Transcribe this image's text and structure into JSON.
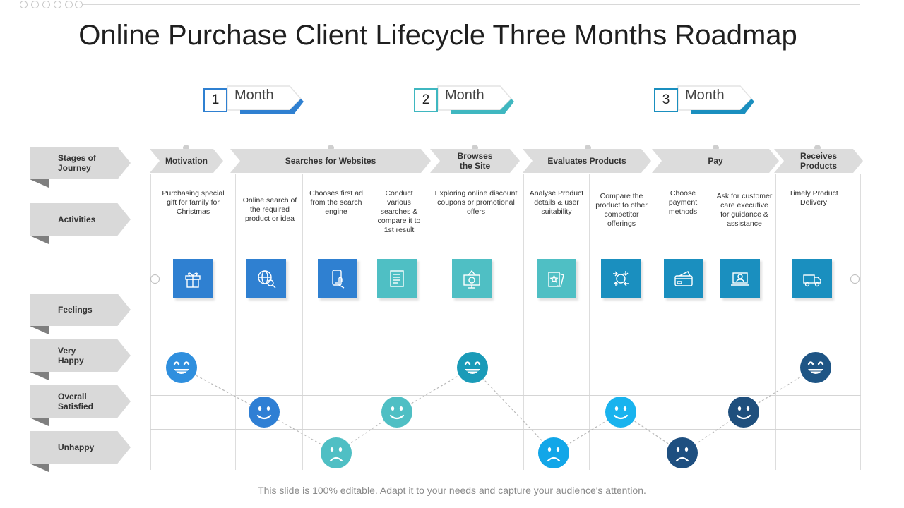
{
  "title": "Online Purchase Client Lifecycle Three Months Roadmap",
  "footer": "This slide is 100% editable. Adapt it to your needs and capture your audience's attention.",
  "months": [
    {
      "number": "1",
      "label": "Month",
      "color": "#2f80d1"
    },
    {
      "number": "2",
      "label": "Month",
      "color": "#3fb7c0"
    },
    {
      "number": "3",
      "label": "Month",
      "color": "#1a8fbf"
    }
  ],
  "row_labels": {
    "stages": "Stages of\nJourney",
    "activities": "Activities",
    "feelings": "Feelings",
    "very_happy": "Very\nHappy",
    "overall_satisfied": "Overall\nSatisfied",
    "unhappy": "Unhappy"
  },
  "stages": [
    "Motivation",
    "Searches for Websites",
    "Browses\nthe Site",
    "Evaluates Products",
    "Pay",
    "Receives\nProducts"
  ],
  "activities": [
    {
      "text": "Purchasing special gift for family for Christmas",
      "icon": "gift-icon",
      "color": "#2f80d1",
      "feeling": "very_happy",
      "face_color": "#2f8fde"
    },
    {
      "text": "Online search of the required product or idea",
      "icon": "globe-search-icon",
      "color": "#2f80d1",
      "feeling": "overall_satisfied",
      "face_color": "#2f7fd4"
    },
    {
      "text": "Chooses first ad from the search engine",
      "icon": "mobile-tap-icon",
      "color": "#2f80d1",
      "feeling": "unhappy",
      "face_color": "#4fbfc4"
    },
    {
      "text": "Conduct various searches & compare it to 1st result",
      "icon": "document-list-icon",
      "color": "#4fbfc4",
      "feeling": "overall_satisfied",
      "face_color": "#4fbfc4"
    },
    {
      "text": "Exploring online discount coupons or promotional offers",
      "icon": "coupon-icon",
      "color": "#4fbfc4",
      "feeling": "very_happy",
      "face_color": "#1a9bb8"
    },
    {
      "text": "Analyse Product details & user suitability",
      "icon": "product-cards-icon",
      "color": "#4fbfc4",
      "feeling": "unhappy",
      "face_color": "#12a6e8"
    },
    {
      "text": "Compare the product to other competitor offerings",
      "icon": "compare-icon",
      "color": "#1a8fbf",
      "feeling": "overall_satisfied",
      "face_color": "#19b3ee"
    },
    {
      "text": "Choose payment methods",
      "icon": "credit-card-icon",
      "color": "#1a8fbf",
      "feeling": "unhappy",
      "face_color": "#1e4f80"
    },
    {
      "text": "Ask for customer care executive for guidance & assistance",
      "icon": "support-laptop-icon",
      "color": "#1a8fbf",
      "feeling": "overall_satisfied",
      "face_color": "#1f4f7d"
    },
    {
      "text": "Timely Product Delivery",
      "icon": "delivery-truck-icon",
      "color": "#1a8fbf",
      "feeling": "very_happy",
      "face_color": "#1e5585"
    }
  ]
}
